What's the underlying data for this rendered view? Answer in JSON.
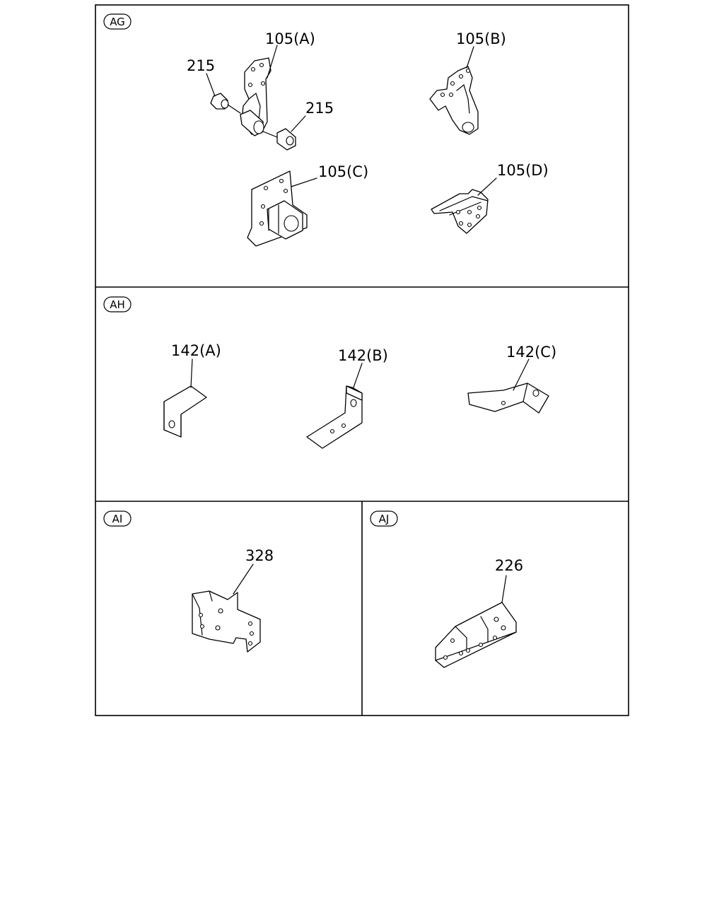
{
  "sections": {
    "ag": {
      "badge": "AG",
      "labels": {
        "p105a": "105(A)",
        "p105b": "105(B)",
        "p105c": "105(C)",
        "p105d": "105(D)",
        "p215_left": "215",
        "p215_right": "215"
      }
    },
    "ah": {
      "badge": "AH",
      "labels": {
        "p142a": "142(A)",
        "p142b": "142(B)",
        "p142c": "142(C)"
      }
    },
    "ai": {
      "badge": "AI",
      "labels": {
        "p328": "328"
      }
    },
    "aj": {
      "badge": "AJ",
      "labels": {
        "p226": "226"
      }
    }
  }
}
